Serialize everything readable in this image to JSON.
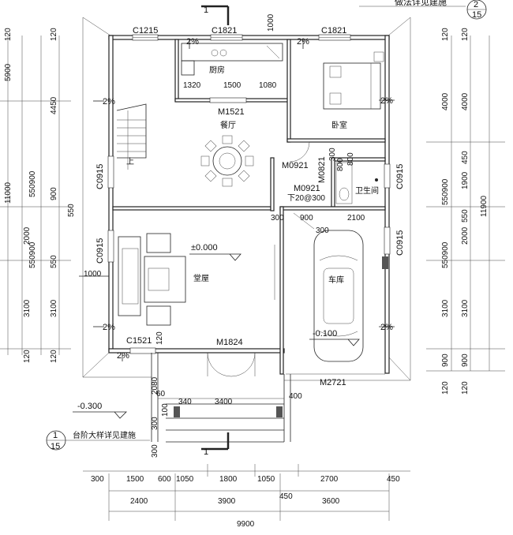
{
  "top_marks": {
    "section_top": "1",
    "ref_top_num": "2",
    "ref_top_den": "15",
    "ref_top_note": "做法详见建施"
  },
  "rooms": {
    "kitchen": "厨房",
    "dining": "餐厅",
    "bedroom": "卧室",
    "bathroom": "卫生间",
    "hall": "堂屋",
    "garage": "车库",
    "stair_up": "上"
  },
  "codes": {
    "c1215": "C1215",
    "c1821a": "C1821",
    "c1821b": "C1821",
    "m1521": "M1521",
    "m0921a": "M0921",
    "m0821": "M0821",
    "m0921b": "M0921",
    "c0915_l1": "C0915",
    "c0915_l2": "C0915",
    "c0915_r1": "C0915",
    "c0915_r2": "C0915",
    "c1521": "C1521",
    "m1824": "M1824",
    "m2721": "M2721"
  },
  "levels": {
    "hall": "±0.000",
    "garage": "-0.100",
    "outside": "-0.300"
  },
  "slopes": {
    "s": "2%"
  },
  "inner": {
    "k1320": "1320",
    "k1500": "1500",
    "k1080": "1080",
    "k1000": "1000",
    "b800a": "800",
    "b300": "300",
    "b800b": "800",
    "b1450": "450",
    "below": "下20@300",
    "g300a": "300",
    "g300b": "300",
    "g900": "900",
    "g2100": "2100",
    "h1000": "1000",
    "h120": "120",
    "p60": "60",
    "p340": "340",
    "p3400": "3400",
    "p400": "400",
    "p300a": "300",
    "p300b": "300",
    "p2080": "2080",
    "p100": "100"
  },
  "left_dims": {
    "c1": [
      "120",
      "5900",
      "11000",
      "2000",
      "3100",
      "120"
    ],
    "c2": [
      "120",
      "4450",
      "550900",
      "550",
      "550900",
      "3100",
      "120"
    ],
    "c2b": [
      "900",
      "550"
    ]
  },
  "right_dims": {
    "c1": [
      "120",
      "4000",
      "1900",
      "550900",
      "2000",
      "550900",
      "3100",
      "900",
      "120"
    ],
    "c2": [
      "120",
      "4000",
      "450",
      "550",
      "3100",
      "900",
      "120",
      "11900"
    ]
  },
  "bottom_dims": {
    "r1": [
      "300",
      "1500",
      "600",
      "1050",
      "1800",
      "1050",
      "2700",
      "450"
    ],
    "r2": [
      "2400",
      "3900",
      "450",
      "3600"
    ],
    "r3": [
      "9900"
    ]
  },
  "section_bottom": "1",
  "detail_ref": {
    "num": "1",
    "den": "15",
    "note": "台阶大样详见建施"
  }
}
